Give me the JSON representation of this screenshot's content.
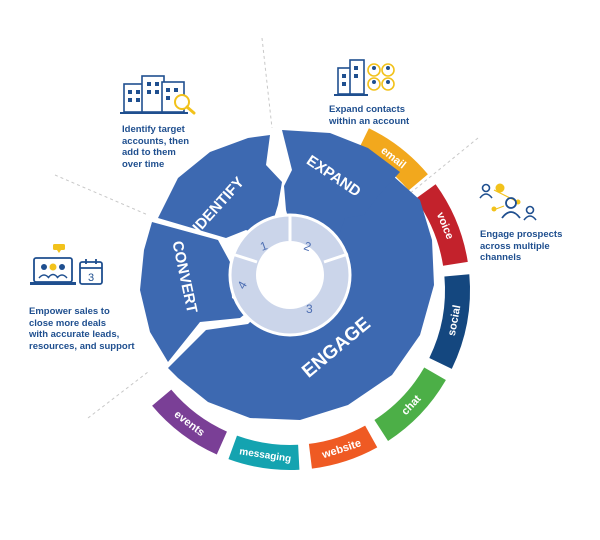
{
  "phases": {
    "identify": "IDENTIFY",
    "expand": "EXPAND",
    "convert": "CONVERT",
    "engage": "ENGAGE"
  },
  "numbers": [
    "1",
    "2",
    "3",
    "4"
  ],
  "channels": [
    {
      "label": "email",
      "color": "#f2a81d"
    },
    {
      "label": "voice",
      "color": "#c3222c"
    },
    {
      "label": "social",
      "color": "#14477f"
    },
    {
      "label": "chat",
      "color": "#4caf47"
    },
    {
      "label": "website",
      "color": "#ef5a23"
    },
    {
      "label": "messaging",
      "color": "#14a3b0"
    },
    {
      "label": "events",
      "color": "#7a3f96"
    }
  ],
  "captions": {
    "identify": "Identify target\naccounts, then\nadd to them\nover time",
    "expand": "Expand contacts\nwithin an account",
    "engage": "Engage prospects\nacross multiple\nchannels",
    "convert": "Empower sales to\nclose more deals\nwith accurate leads,\nresources, and support"
  },
  "icons": {
    "identify": "buildings-magnifier-icon",
    "expand": "buildings-contacts-icon",
    "engage": "connected-people-icon",
    "convert": "laptop-calendar-icon",
    "calendar_day": "3"
  },
  "colors": {
    "phase_blue": "#3d69b1",
    "hub_light": "#cbd5ea",
    "caption_navy": "#1f4f8f",
    "icon_gold": "#f2c21b",
    "icon_navy": "#1f4f8f"
  }
}
